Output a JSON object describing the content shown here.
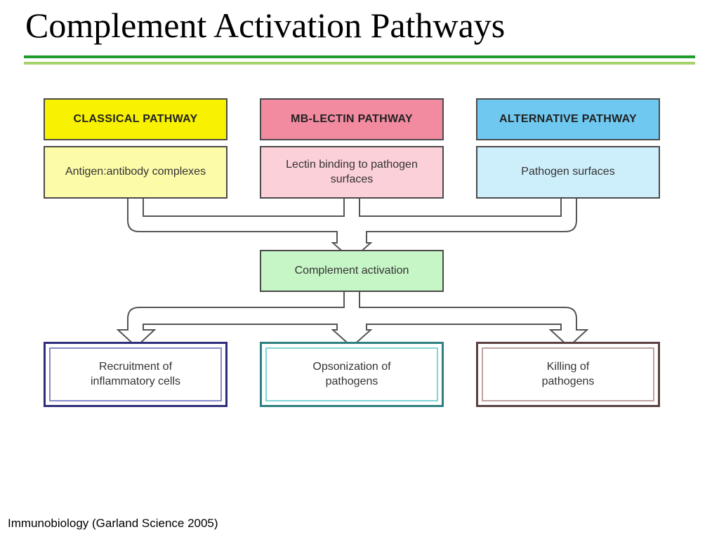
{
  "title": "Complement Activation Pathways",
  "pathways": [
    {
      "header": "CLASSICAL PATHWAY",
      "trigger": "Antigen:antibody complexes",
      "header_color": "#f8f200",
      "trigger_color": "#fbfba8"
    },
    {
      "header": "MB-LECTIN PATHWAY",
      "trigger": "Lectin binding to pathogen surfaces",
      "header_color": "#f28aa0",
      "trigger_color": "#fbd0d8"
    },
    {
      "header": "ALTERNATIVE PATHWAY",
      "trigger": "Pathogen surfaces",
      "header_color": "#6fc8f0",
      "trigger_color": "#cdeefb"
    }
  ],
  "center": {
    "label": "Complement activation",
    "color": "#c6f5c6"
  },
  "outcomes": [
    {
      "label": "Recruitment of inflammatory cells",
      "border_color": "#2e2e7a",
      "inner_border_color": "#8888cc"
    },
    {
      "label": "Opsonization of pathogens",
      "border_color": "#2e8080",
      "inner_border_color": "#7fd6d6"
    },
    {
      "label": "Killing of pathogens",
      "border_color": "#5a4040",
      "inner_border_color": "#c0a0a0"
    }
  ],
  "credit": "Immunobiology (Garland Science 2005)"
}
